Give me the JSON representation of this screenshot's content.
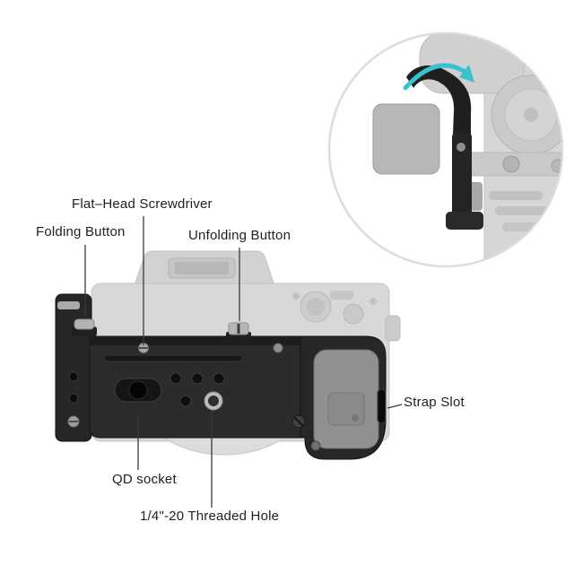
{
  "figure": {
    "labels": {
      "flat_head": "Flat–Head Screwdriver",
      "folding": "Folding Button",
      "unfolding": "Unfolding Button",
      "strap": "Strap Slot",
      "qd": "QD socket",
      "thread": "1/4\"-20 Threaded Hole"
    },
    "colors": {
      "accent_arrow": "#38c2cd",
      "bracket_black": "#262626",
      "camera_ghost_gray": "#d6d6d6",
      "grip_gray": "#909090",
      "silver": "#b5b5b5",
      "label_text": "#1f1f1f",
      "leader_line": "#3a3a3a",
      "inset_ring": "#dcdcdc"
    }
  }
}
